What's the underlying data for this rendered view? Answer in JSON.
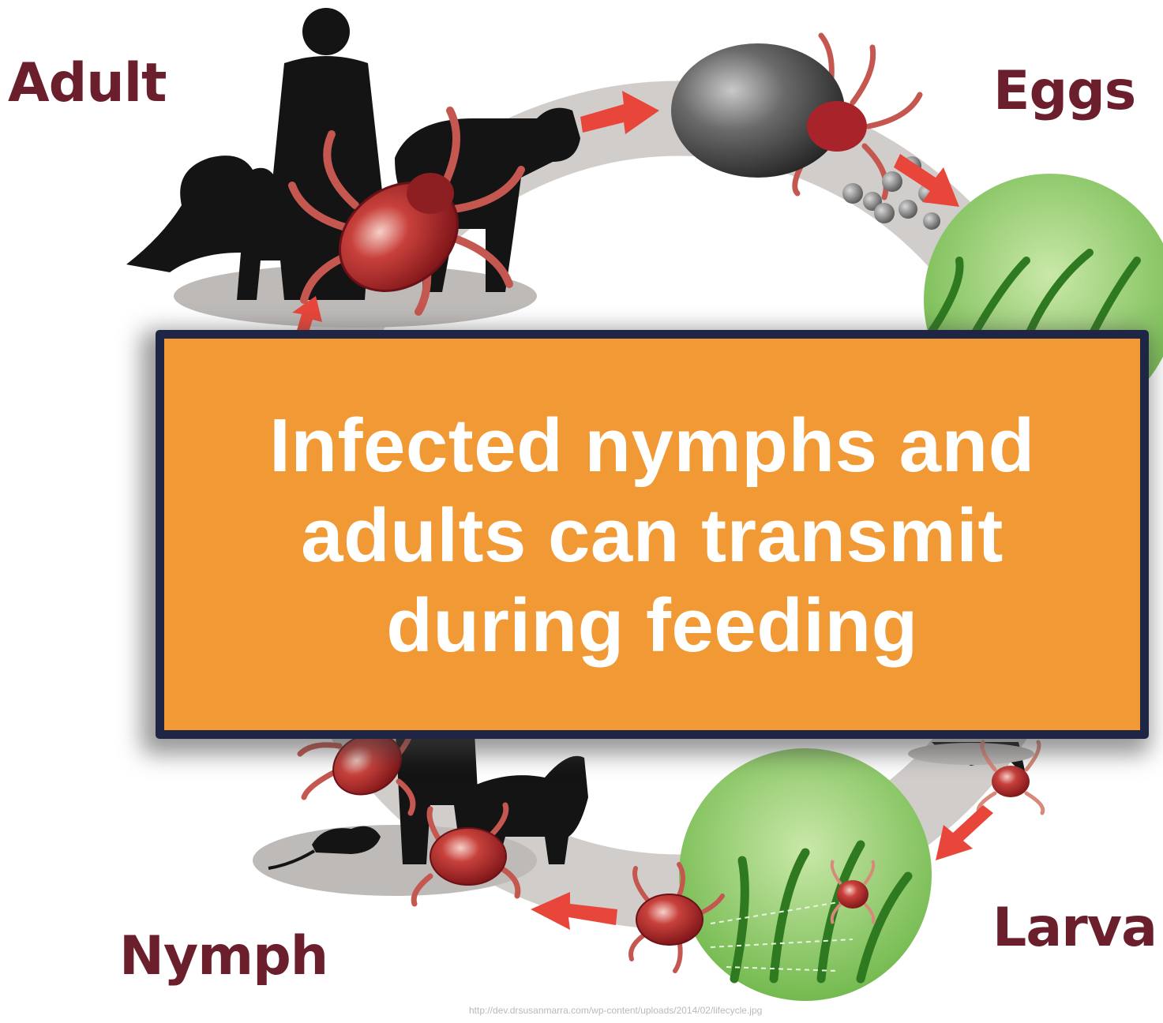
{
  "stages": {
    "adult": "Adult",
    "eggs": "Eggs",
    "larva": "Larva",
    "nymph": "Nymph"
  },
  "callout": {
    "text": "Infected nymphs and adults can transmit during feeding"
  },
  "source_url": "http://dev.drsusanmarra.com/wp-content/uploads/2014/02/lifecycle.jpg",
  "colors": {
    "callout_fill": "#f19935",
    "callout_border": "#1f2544",
    "stage_label": "#6b1f2c",
    "cycle_ring": "#cfcbc9",
    "arrow": "#e8463a",
    "tick_body": "#a8232a",
    "grass_circle": "#7dc45a"
  },
  "icons": [
    "person-silhouette",
    "dog-silhouette",
    "cow-silhouette",
    "mouse-silhouette",
    "tick-icon",
    "egg-cluster",
    "grass-circle",
    "cycle-arrow"
  ]
}
